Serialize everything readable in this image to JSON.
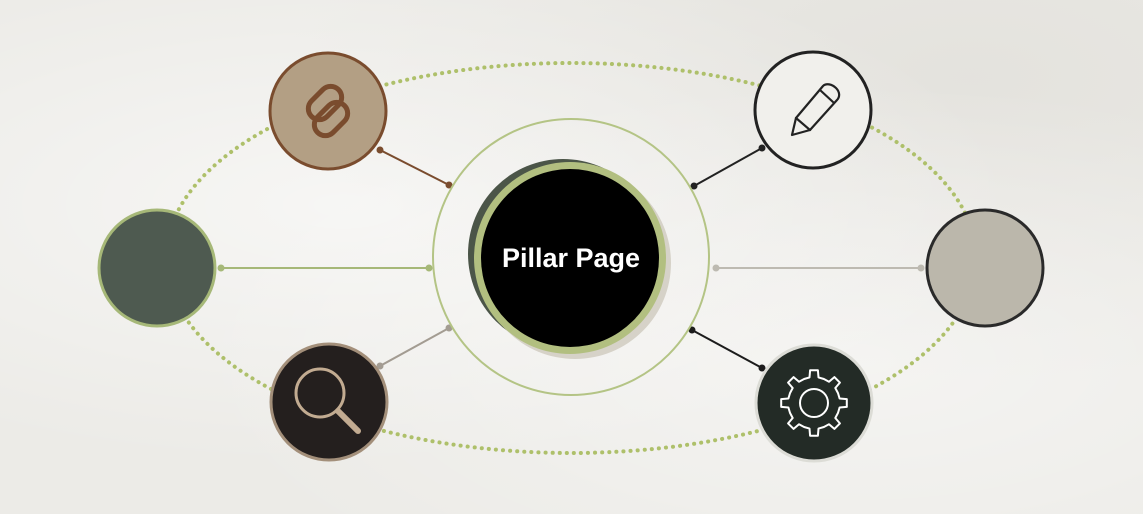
{
  "center": {
    "label": "Pillar Page",
    "fill": "#000000",
    "ring": "#b2bf80",
    "shadow": "#4b5548"
  },
  "satellites": [
    {
      "id": "top-left",
      "icon": "link-icon",
      "fill": "#b39f84",
      "stroke": "#7a4c2e",
      "line": "#7a4c2e"
    },
    {
      "id": "top-right",
      "icon": "pencil-icon",
      "fill": "#f1f0ec",
      "stroke": "#222222",
      "line": "#222222"
    },
    {
      "id": "middle-left",
      "icon": "",
      "fill": "#4e5a50",
      "stroke": "#a6b878",
      "line": "#a6b878"
    },
    {
      "id": "middle-right",
      "icon": "",
      "fill": "#bbb7ab",
      "stroke": "#2a2a2a",
      "line": "#bdbab1"
    },
    {
      "id": "bottom-left",
      "icon": "magnifier-icon",
      "fill": "#241f1e",
      "stroke": "#a38f7a",
      "line": "#a39c92"
    },
    {
      "id": "bottom-right",
      "icon": "gear-icon",
      "fill": "#232b26",
      "stroke": "#dcdcd6",
      "line": "#1c1c1c"
    }
  ],
  "colors": {
    "orbit": "#aec06a",
    "inner_ring": "#b4c485",
    "background": "#ecebe7"
  }
}
